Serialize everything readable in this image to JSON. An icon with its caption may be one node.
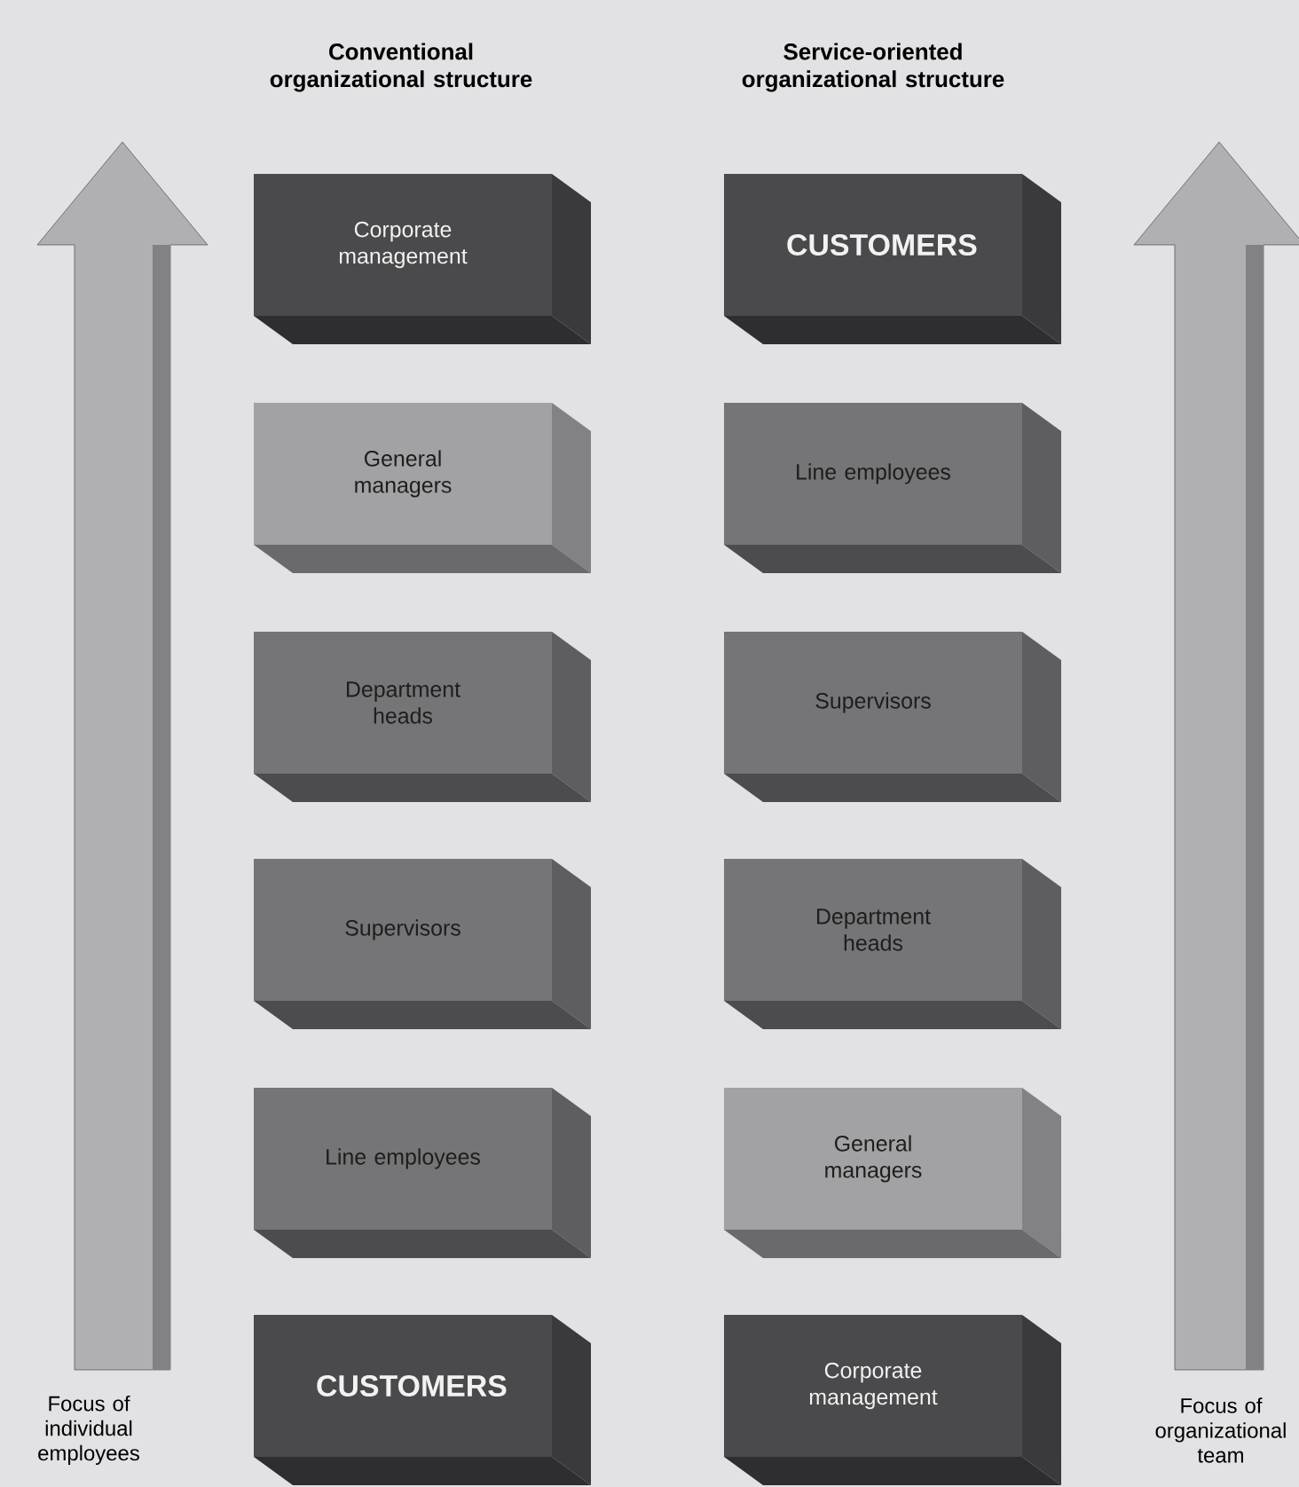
{
  "diagram": {
    "nodes": [
      {
        "text": [
          "Corporate management"
        ]
      },
      {
        "text": [
          "General managers"
        ]
      },
      {
        "text": [
          "Department heads"
        ]
      },
      {
        "text": [
          "Supervisors"
        ]
      },
      {
        "text": [
          "Line employees"
        ]
      },
      {
        "text": [
          "CUSTOMERS"
        ]
      },
      {
        "text": [
          "CUSTOMERS"
        ]
      },
      {
        "text": [
          "Line employees"
        ]
      },
      {
        "text": [
          "Supervisors"
        ]
      },
      {
        "text": [
          "Department heads"
        ]
      },
      {
        "text": [
          "General managers"
        ]
      },
      {
        "text": [
          "Corporate management"
        ]
      }
    ],
    "labels": [
      "Conventional organizational structure",
      "Service-oriented organizational structure",
      "Focus of individual employees",
      "Focus of organizational team"
    ]
  }
}
